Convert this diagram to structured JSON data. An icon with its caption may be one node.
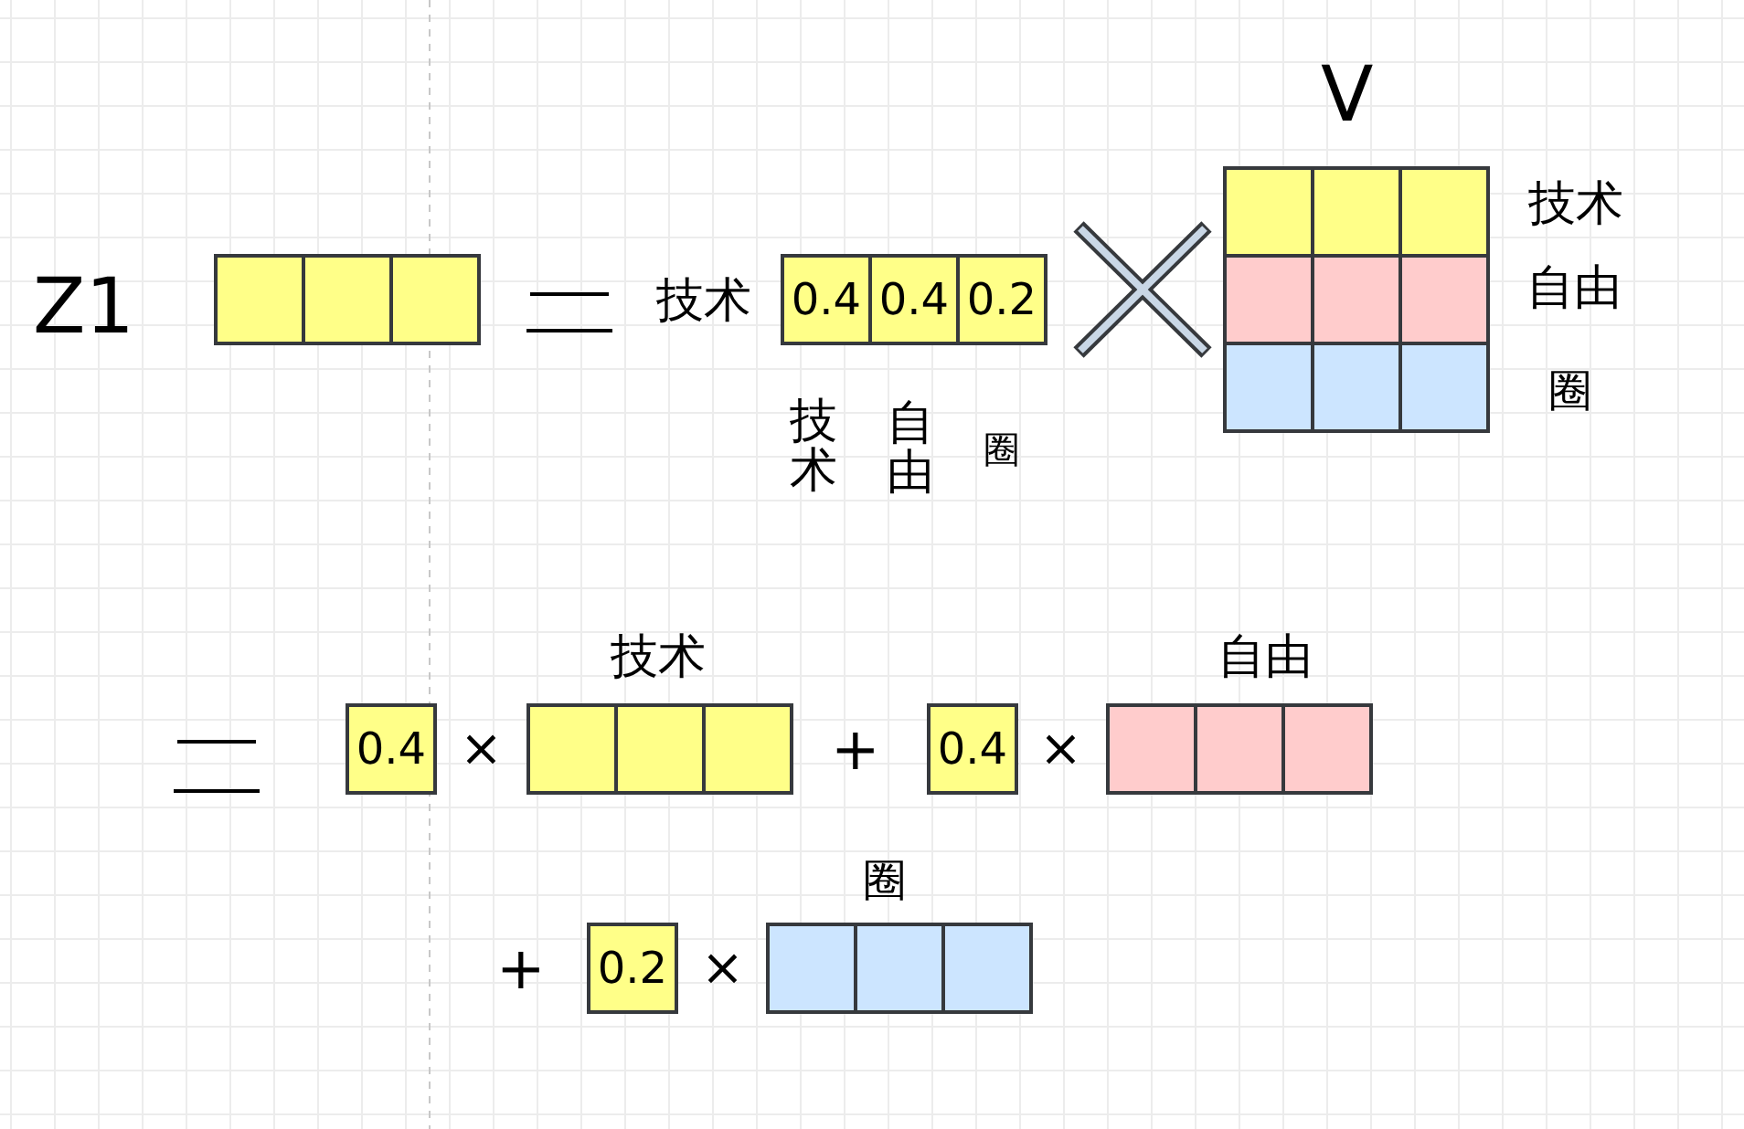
{
  "diagram": {
    "nodes": [
      {
        "text": [],
        "shape": "box"
      },
      {
        "text": [],
        "shape": "box"
      },
      {
        "text": [],
        "shape": "box"
      },
      {
        "text": [
          "0.4"
        ]
      },
      {
        "text": [
          "0.4"
        ]
      },
      {
        "text": [
          "0.2"
        ]
      },
      {
        "text": [],
        "shape": "box"
      },
      {
        "text": [],
        "shape": "box"
      },
      {
        "text": [],
        "shape": "box"
      },
      {
        "text": [],
        "shape": "box"
      },
      {
        "text": [],
        "shape": "box"
      },
      {
        "text": [],
        "shape": "box"
      },
      {
        "text": [],
        "shape": "box"
      },
      {
        "text": [],
        "shape": "box"
      },
      {
        "text": [],
        "shape": "box"
      },
      {
        "text": [
          "0.4"
        ]
      },
      {
        "text": [],
        "shape": "box"
      },
      {
        "text": [],
        "shape": "box"
      },
      {
        "text": [],
        "shape": "box"
      },
      {
        "text": [
          "0.4"
        ]
      },
      {
        "text": [],
        "shape": "box"
      },
      {
        "text": [],
        "shape": "box"
      },
      {
        "text": [],
        "shape": "box"
      },
      {
        "text": [
          "0.2"
        ]
      },
      {
        "text": [],
        "shape": "box"
      },
      {
        "text": [],
        "shape": "box"
      },
      {
        "text": [],
        "shape": "box"
      }
    ],
    "labels": [
      "V",
      "技术",
      "Z1",
      "技术",
      "自由",
      "圈",
      "技术",
      "自由",
      "圈",
      "技术",
      "自由",
      "×",
      "+",
      "×",
      "圈",
      "+",
      "×"
    ]
  }
}
